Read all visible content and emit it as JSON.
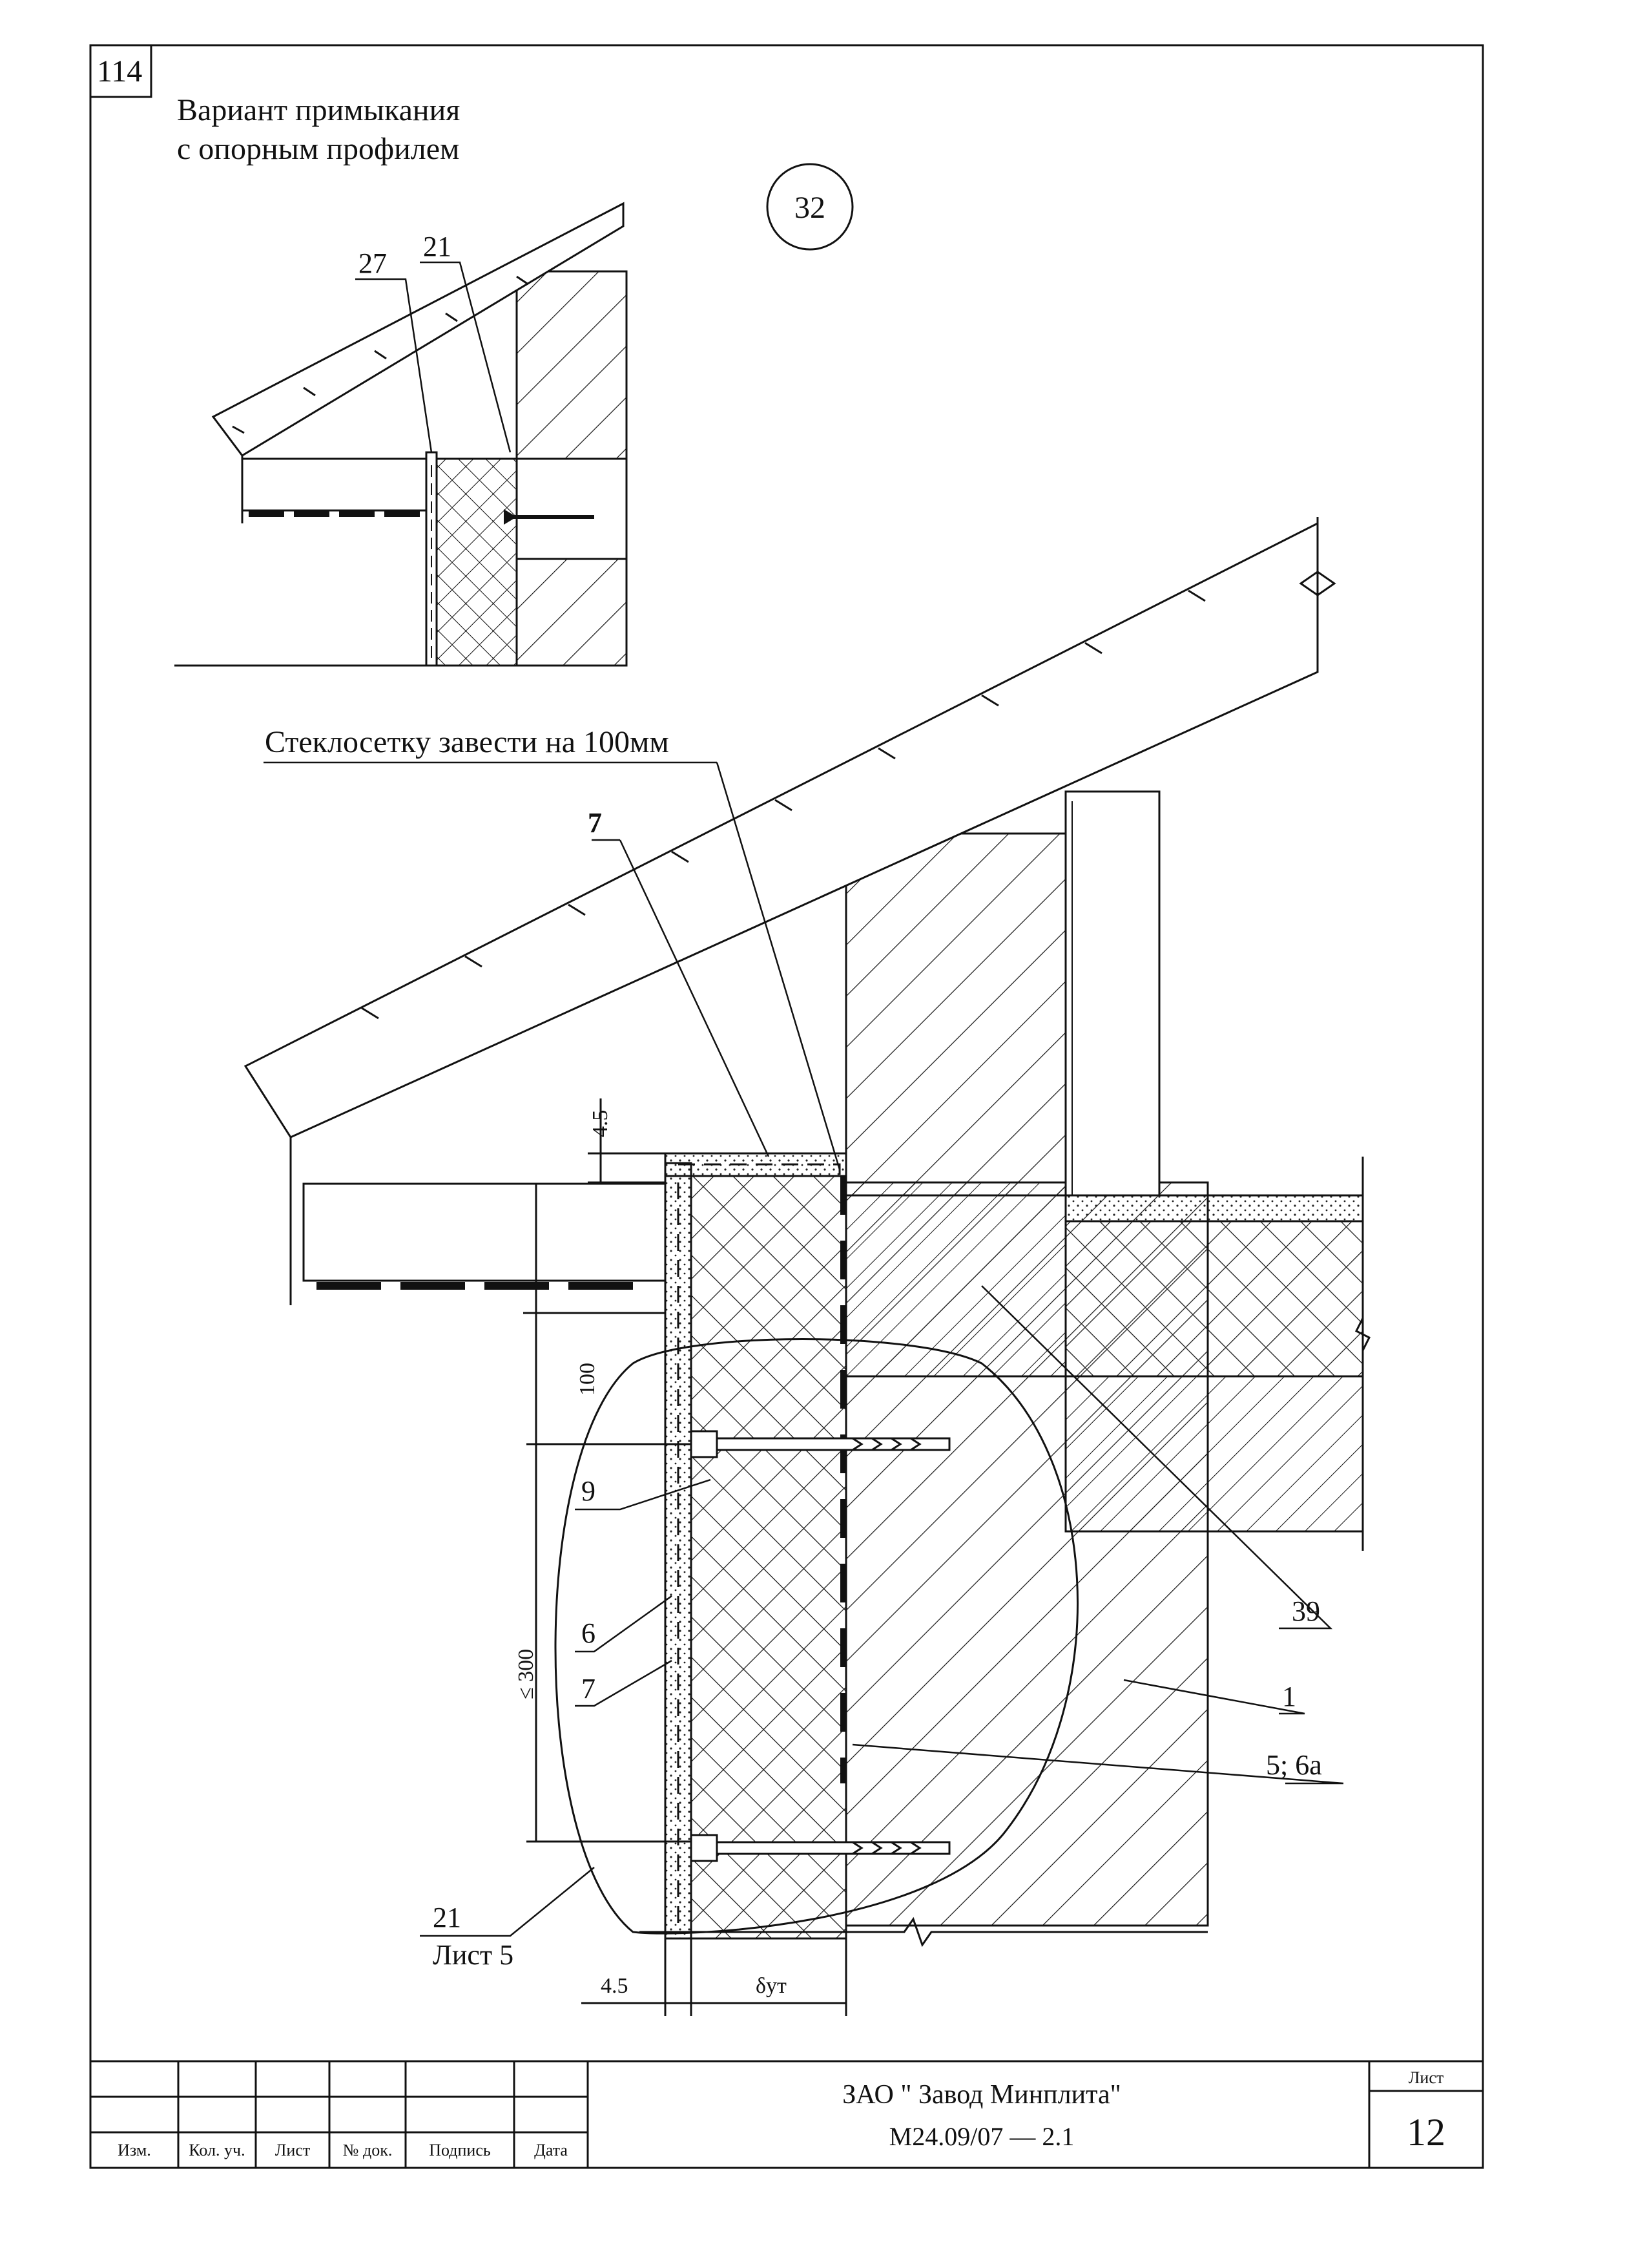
{
  "sheet_corner_number": "114",
  "variant": {
    "title_line1": "Вариант примыкания",
    "title_line2": "с опорным профилем",
    "callouts": [
      "27",
      "21"
    ]
  },
  "detail_marker": "32",
  "main_note": "Стеклосетку завести на 100мм",
  "callouts": {
    "c7_top": "7",
    "c9": "9",
    "c6": "6",
    "c7_side": "7",
    "c39": "39",
    "c1": "1",
    "c5_6a": "5; 6а",
    "c21": "21",
    "c21_ref": "Лист 5"
  },
  "dimensions": {
    "top_offset": "4.5",
    "mesh_lap": "100",
    "anchor_step": "≤ 300",
    "bottom_offset": "4.5",
    "insulation_thickness": "δут"
  },
  "title_block": {
    "columns": [
      "Изм.",
      "Кол. уч.",
      "Лист",
      "№ док.",
      "Подпись",
      "Дата"
    ],
    "organization": "ЗАО \" Завод Минплита\"",
    "document_code": "М24.09/07 — 2.1",
    "sheet_label": "Лист",
    "sheet_number": "12"
  }
}
